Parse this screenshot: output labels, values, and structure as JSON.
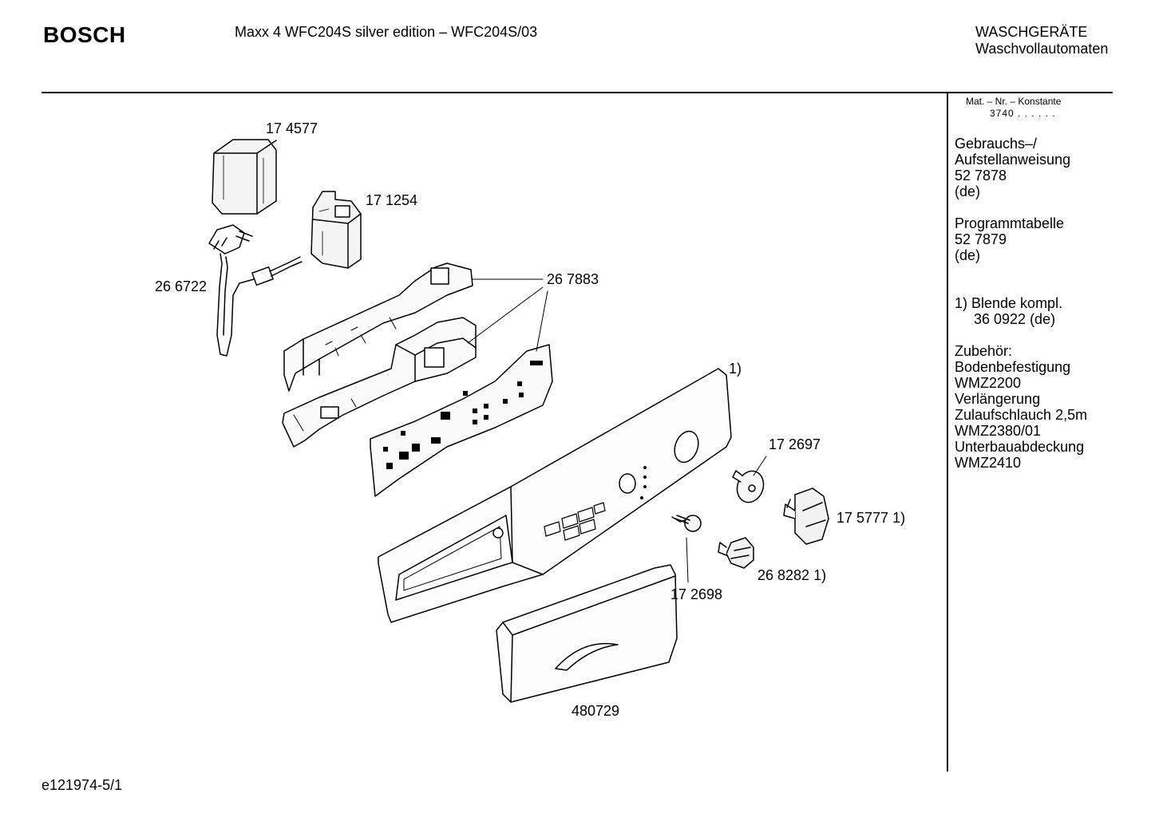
{
  "header": {
    "brand": "BOSCH",
    "model": "Maxx 4 WFC204S silver edition – WFC204S/03",
    "category_line1": "WASCHGERÄTE",
    "category_line2": "Waschvollautomaten"
  },
  "sidebar": {
    "mat_label": "Mat. – Nr. – Konstante",
    "mat_value": "3740 . . . . . .",
    "gebrauchs_1": "Gebrauchs–/",
    "gebrauchs_2": "Aufstellanweisung",
    "gebrauchs_nr": "52 7878",
    "gebrauchs_lang": "(de)",
    "programm_1": "Programmtabelle",
    "programm_nr": "52 7879",
    "programm_lang": "(de)",
    "note_1": "1)  Blende kompl.",
    "note_2": "36 0922 (de)",
    "zubehoer_title": "Zubehör:",
    "acc_1": "Bodenbefestigung",
    "acc_2": "WMZ2200",
    "acc_3": "Verlängerung",
    "acc_4": "Zulaufschlauch 2,5m",
    "acc_5": "WMZ2380/01",
    "acc_6": "Unterbauabdeckung",
    "acc_7": "WMZ2410"
  },
  "parts": {
    "p174577": "17 4577",
    "p171254": "17 1254",
    "p266722": "26 6722",
    "p267883": "26 7883",
    "p_note1": "1)",
    "p172697": "17 2697",
    "p175777": "17 5777 1)",
    "p268282": "26 8282 1)",
    "p172698": "17 2698",
    "p480729": "480729"
  },
  "footer": {
    "drawing_id": "e121974-5/1"
  }
}
